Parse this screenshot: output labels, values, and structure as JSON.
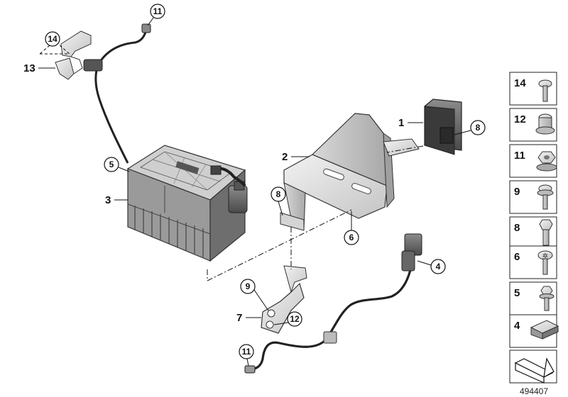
{
  "callouts": {
    "c1": "1",
    "c2": "2",
    "c3": "3",
    "c4": "4",
    "c5": "5",
    "c6": "6",
    "c7": "7",
    "c8a": "8",
    "c8b": "8",
    "c9": "9",
    "c11a": "11",
    "c11b": "11",
    "c12": "12",
    "c13": "13",
    "c14": "14"
  },
  "sidebar": {
    "items": [
      {
        "label": "14",
        "icon": "screw-round-head-icon"
      },
      {
        "label": "12",
        "icon": "collar-nut-icon"
      },
      {
        "label": "11",
        "icon": "hex-flange-nut-icon"
      },
      {
        "label": "9",
        "icon": "torx-screw-with-washer-icon"
      },
      {
        "label": "8",
        "icon": "hex-bolt-icon"
      },
      {
        "label": "6",
        "icon": "torx-screw-icon"
      },
      {
        "label": "5",
        "icon": "hex-flange-screw-icon"
      },
      {
        "label": "4",
        "icon": "clip-nut-icon"
      },
      {
        "label": "",
        "icon": "arrow-icon"
      }
    ]
  },
  "diagram_id": "494407"
}
